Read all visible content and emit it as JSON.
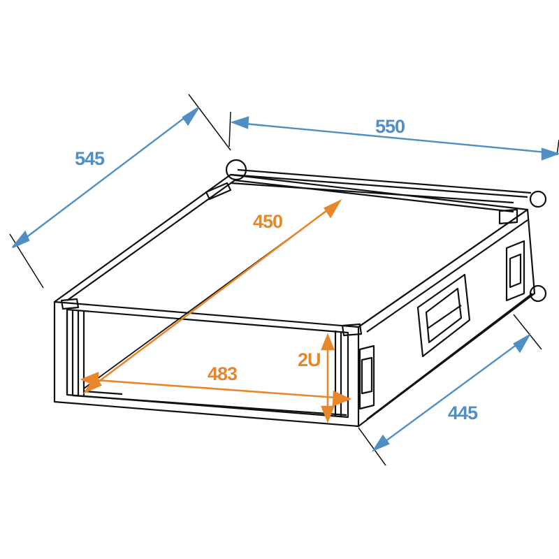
{
  "diagram": {
    "subject": "2U rack case dimension drawing",
    "colors": {
      "outline": "#111111",
      "outer_dimension": "#4f8fc6",
      "inner_dimension": "#e8872a",
      "background": "#ffffff"
    },
    "outer_dimensions": {
      "width": "550",
      "depth": "545",
      "front_width": "445"
    },
    "inner_dimensions": {
      "depth": "450",
      "rack_width": "483",
      "height_units": "2U"
    }
  }
}
